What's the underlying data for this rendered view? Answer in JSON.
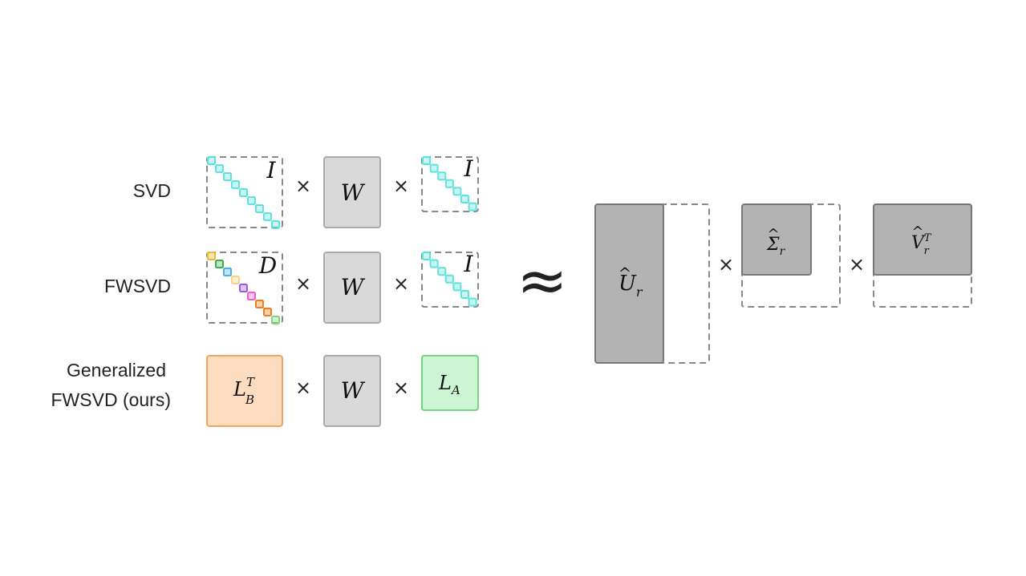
{
  "rows": [
    {
      "label_lines": [
        "SVD"
      ]
    },
    {
      "label_lines": [
        "FWSVD"
      ]
    },
    {
      "label_lines": [
        "Generalized",
        "FWSVD (ours)"
      ]
    }
  ],
  "matrices": {
    "left_identity": "I",
    "W": "W",
    "right_identity": "I",
    "left_diag": "D",
    "L_B": {
      "base": "L",
      "sub": "B",
      "sup": "T"
    },
    "L_A": {
      "base": "L",
      "sub": "A"
    }
  },
  "operators": {
    "times": "×",
    "approx": "≈"
  },
  "factors": {
    "U": {
      "base": "U",
      "hat": "^",
      "sub": "r"
    },
    "Sigma": {
      "base": "Σ",
      "hat": "^",
      "sub": "r"
    },
    "V": {
      "base": "V",
      "hat": "^",
      "sub": "r",
      "sup": "T"
    }
  },
  "colors": {
    "identity_diag": "#5ee3dc",
    "fwsvd_diag": [
      "#f2b42b",
      "#3faa4a",
      "#4ab1ea",
      "#f7d28a",
      "#9b59e6",
      "#f25dc8",
      "#f07b1b",
      "#7fd67a"
    ],
    "LB_fill": "#fddcc0",
    "LB_stroke": "#f4a460",
    "LA_fill": "#ccf5d4",
    "LA_stroke": "#6fd77f",
    "W_fill": "#d9d9d9",
    "W_stroke": "#aaaaaa",
    "factor_fill": "#b3b3b3",
    "factor_stroke": "#777777",
    "dashed": "#888888"
  }
}
